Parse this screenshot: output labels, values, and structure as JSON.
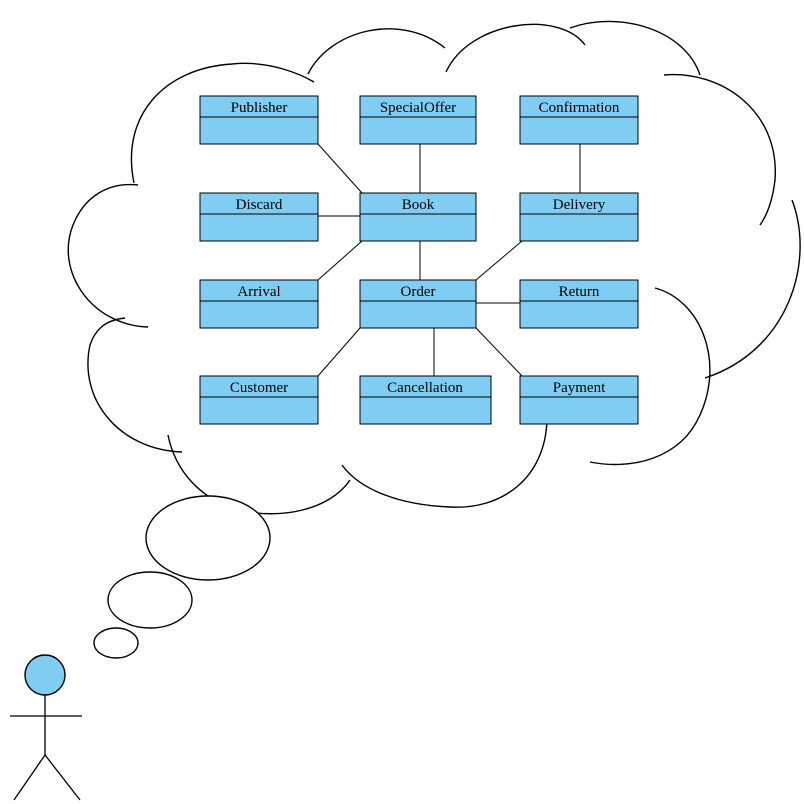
{
  "diagram": {
    "classes": [
      {
        "id": "publisher",
        "name": "Publisher"
      },
      {
        "id": "specialoffer",
        "name": "SpecialOffer"
      },
      {
        "id": "confirmation",
        "name": "Confirmation"
      },
      {
        "id": "discard",
        "name": "Discard"
      },
      {
        "id": "book",
        "name": "Book"
      },
      {
        "id": "delivery",
        "name": "Delivery"
      },
      {
        "id": "arrival",
        "name": "Arrival"
      },
      {
        "id": "order",
        "name": "Order"
      },
      {
        "id": "return",
        "name": "Return"
      },
      {
        "id": "customer",
        "name": "Customer"
      },
      {
        "id": "cancellation",
        "name": "Cancellation"
      },
      {
        "id": "payment",
        "name": "Payment"
      }
    ],
    "associations": [
      [
        "publisher",
        "book"
      ],
      [
        "specialoffer",
        "book"
      ],
      [
        "discard",
        "book"
      ],
      [
        "arrival",
        "book"
      ],
      [
        "book",
        "order"
      ],
      [
        "confirmation",
        "delivery"
      ],
      [
        "delivery",
        "order"
      ],
      [
        "order",
        "return"
      ],
      [
        "order",
        "customer"
      ],
      [
        "order",
        "cancellation"
      ],
      [
        "order",
        "payment"
      ]
    ],
    "colors": {
      "class_fill": "#7fcdf2",
      "actor_head_fill": "#7fcdf2",
      "stroke": "#000000"
    },
    "icons": [
      "thought-cloud",
      "stick-figure-actor"
    ]
  }
}
